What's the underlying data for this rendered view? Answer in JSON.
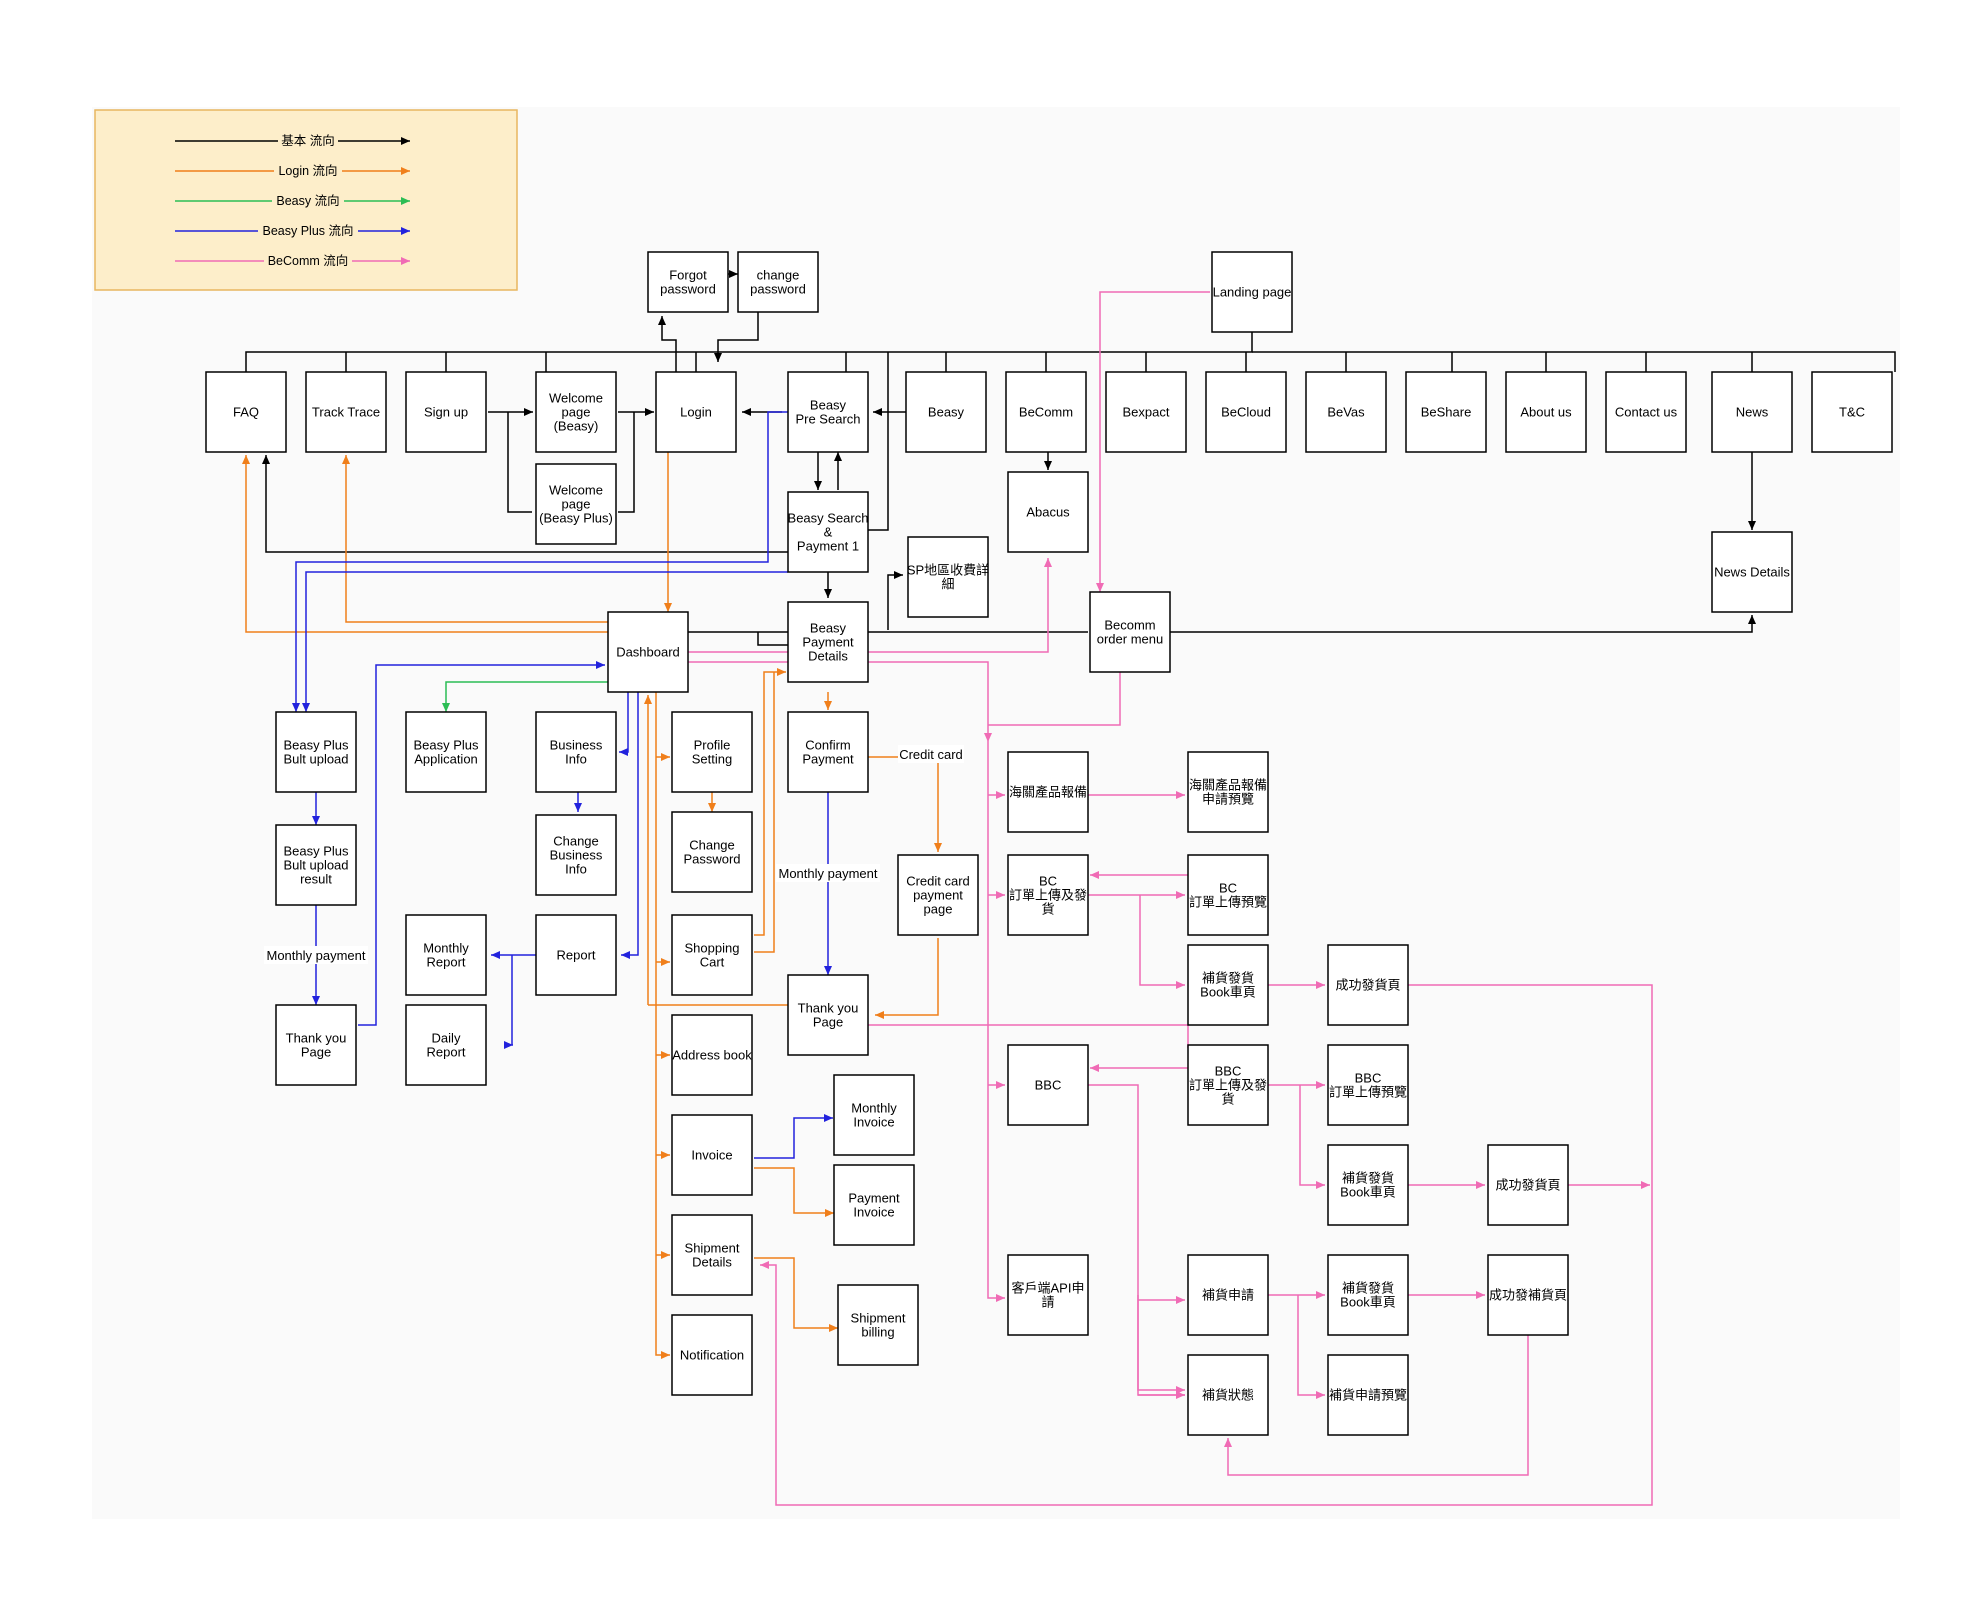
{
  "legend": [
    {
      "label": "基本 流向",
      "color": "#000000"
    },
    {
      "label": "Login 流向",
      "color": "#f07f1b"
    },
    {
      "label": "Beasy 流向",
      "color": "#2bbd54"
    },
    {
      "label": "Beasy Plus 流向",
      "color": "#2222dd"
    },
    {
      "label": "BeComm 流向",
      "color": "#f06bb5"
    }
  ],
  "colors": {
    "basic": "#000000",
    "login": "#f07f1b",
    "beasy": "#2bbd54",
    "beasy_plus": "#2222dd",
    "becomm": "#f06bb5",
    "legend_bg": "#fdeeca",
    "legend_border": "#e8b660"
  },
  "nodes": {
    "forgot_password": "Forgot\npassword",
    "change_password": "change\npassword",
    "landing_page": "Landing page",
    "faq": "FAQ",
    "track_trace": "Track Trace",
    "sign_up": "Sign up",
    "welcome_beasy": "Welcome\npage\n(Beasy)",
    "welcome_beasy_plus": "Welcome\npage\n(Beasy Plus)",
    "login": "Login",
    "beasy_pre_search": "Beasy\nPre Search",
    "beasy": "Beasy",
    "becomm": "BeComm",
    "bexpact": "Bexpact",
    "becloud": "BeCloud",
    "bevas": "BeVas",
    "beshare": "BeShare",
    "about_us": "About us",
    "contact_us": "Contact us",
    "news": "News",
    "tandc": "T&C",
    "abacus": "Abacus",
    "beasy_search_payment": "Beasy Search\n&\nPayment 1",
    "sp_fee": "SP地區收費詳\n細",
    "news_details": "News Details",
    "dashboard": "Dashboard",
    "beasy_payment_details": "Beasy\nPayment\nDetails",
    "becomm_order_menu": "Becomm\norder menu",
    "beasy_plus_bulk_upload": "Beasy Plus\nBult upload",
    "beasy_plus_application": "Beasy Plus\nApplication",
    "business_info": "Business\nInfo",
    "profile_setting": "Profile\nSetting",
    "confirm_payment": "Confirm\nPayment",
    "customs_declaration": "海關產品報備",
    "customs_preview": "海關產品報備\n申請預覽",
    "beasy_plus_bulk_result": "Beasy Plus\nBult upload\nresult",
    "change_business_info": "Change\nBusiness\nInfo",
    "change_password2": "Change\nPassword",
    "credit_card_page": "Credit card\npayment\npage",
    "bc_order": "BC\n訂單上傳及發\n貨",
    "bc_preview": "BC\n訂單上傳預覽",
    "monthly_report": "Monthly\nReport",
    "report": "Report",
    "shopping_cart": "Shopping\nCart",
    "restock_book_1": "補貨發貨\nBook車頁",
    "success_ship_1": "成功發貨頁",
    "thank_you_left": "Thank you\nPage",
    "daily_report": "Daily\nReport",
    "thank_you_mid": "Thank you\nPage",
    "address_book": "Address book",
    "bbc": "BBC",
    "bbc_order": "BBC\n訂單上傳及發\n貨",
    "bbc_preview": "BBC\n訂單上傳預覽",
    "monthly_invoice": "Monthly\nInvoice",
    "invoice": "Invoice",
    "payment_invoice": "Payment\nInvoice",
    "restock_book_2": "補貨發貨\nBook車頁",
    "success_ship_2": "成功發貨頁",
    "shipment_details": "Shipment\nDetails",
    "api_apply": "客戶端API申\n請",
    "restock_apply": "補貨申請",
    "restock_book_3": "補貨發貨\nBook車頁",
    "success_restock": "成功發補貨頁",
    "shipment_billing": "Shipment\nbilling",
    "notification": "Notification",
    "restock_status": "補貨狀態",
    "restock_apply_preview": "補貨申請預覽"
  },
  "edge_labels": {
    "credit_card": "Credit card",
    "monthly_payment_mid": "Monthly payment",
    "monthly_payment_left": "Monthly payment"
  }
}
